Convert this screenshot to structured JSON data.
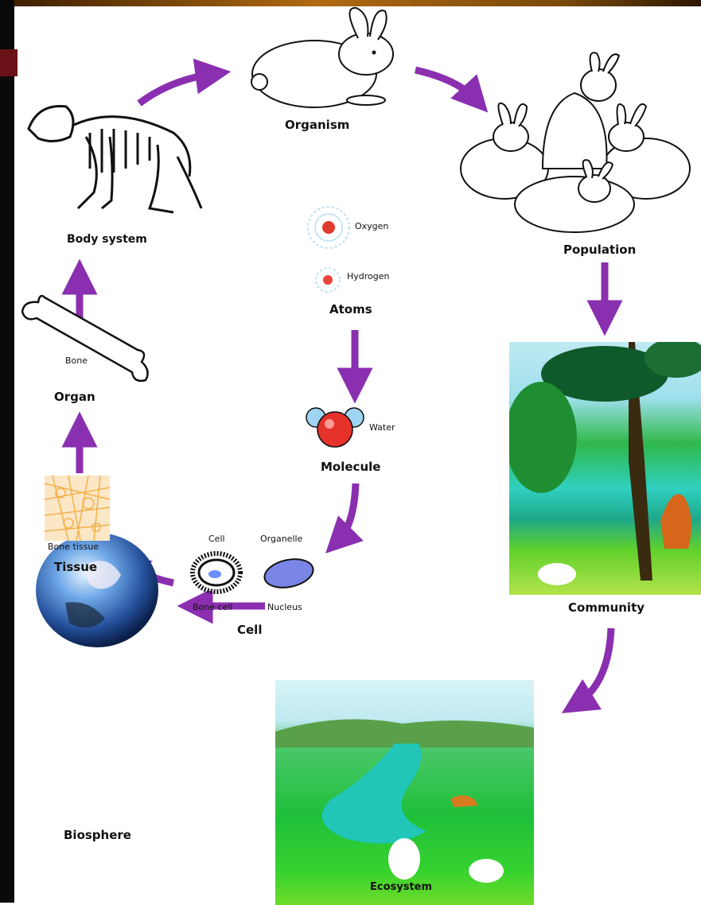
{
  "title": "",
  "levels": {
    "organism": "Organism",
    "population": "Population",
    "community": "Community",
    "ecosystem": "Ecosystem",
    "biosphere": "Biosphere",
    "body_system": "Body system",
    "organ": "Organ",
    "tissue": "Tissue",
    "cell": "Cell",
    "molecule": "Molecule",
    "atoms": "Atoms"
  },
  "sublabels": {
    "oxygen": "Oxygen",
    "hydrogen": "Hydrogen",
    "water": "Water",
    "bone": "Bone",
    "bone_tissue": "Bone tissue",
    "cell_small": "Cell",
    "organelle": "Organelle",
    "bone_cell": "Bone cell",
    "nucleus": "Nucleus"
  },
  "colors": {
    "arrow": "#8a2fb0",
    "frame_dark": "#0a0a0a",
    "frame_accent": "#6b1218"
  }
}
